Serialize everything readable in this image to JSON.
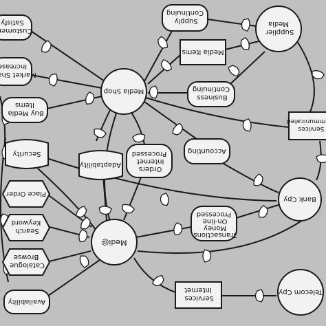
{
  "colors": {
    "background": "#c0c0c0",
    "node_fill": "#f2f2f2",
    "stroke": "#1a1a1a"
  },
  "nodes": {
    "media_shop": {
      "label": "Media Shop"
    },
    "medi_at": {
      "label": "Medi@"
    },
    "supplier_media": {
      "label_lines": [
        "Supplier",
        "Media"
      ]
    },
    "bank_cpy": {
      "label": "Bank Cpy"
    },
    "telecom_cpy": {
      "label": "Telecom Cpy"
    },
    "supply_continuing": {
      "label_lines": [
        "Supply",
        "Continuing"
      ]
    },
    "media_items": {
      "label": "Media Items"
    },
    "business_continuing": {
      "label_lines": [
        "Business",
        "Continuing"
      ]
    },
    "services_communicated": {
      "label_lines": [
        "Services",
        "Communicated"
      ]
    },
    "satisfy_customers": {
      "label_lines": [
        "Customers",
        "Satisfy"
      ]
    },
    "market_share_increase": {
      "label_lines": [
        "Market Share",
        "Increase"
      ]
    },
    "buy_media_items": {
      "label_lines": [
        "Buy Media",
        "Items"
      ]
    },
    "security": {
      "label": "Security"
    },
    "adaptability": {
      "label": "Adaptability"
    },
    "orders_processed": {
      "label_lines": [
        "Orders",
        "Internet",
        "Processed"
      ]
    },
    "accounting": {
      "label": "Accounting"
    },
    "money_transactions": {
      "label_lines": [
        "Transactions",
        "Money",
        "On-line",
        "Processed"
      ]
    },
    "place_order": {
      "label": "Place Order"
    },
    "search_keyword": {
      "label_lines": [
        "Search",
        "Keyword"
      ]
    },
    "browse_catalogue": {
      "label_lines": [
        "Catalogue",
        "Browse"
      ]
    },
    "availability": {
      "label": "Availability"
    },
    "internet_services": {
      "label_lines": [
        "Services",
        "Internet"
      ]
    }
  }
}
